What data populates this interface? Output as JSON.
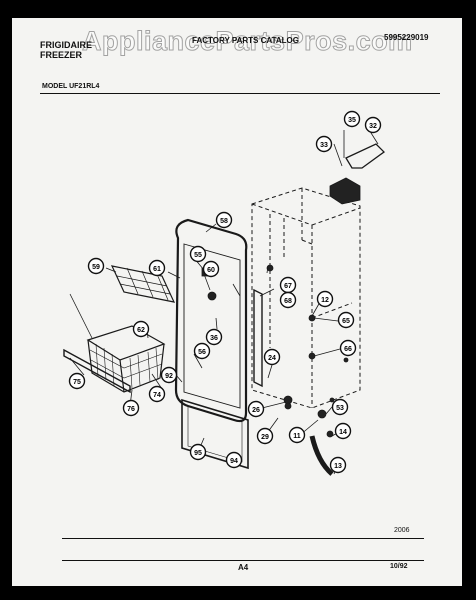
{
  "watermark": "AppliancePartsPros.com",
  "header": {
    "brand_line1": "FRIGIDAIRE",
    "brand_line2": "FREEZER",
    "catalog_title": "FACTORY PARTS CATALOG",
    "catalog_number": "5995229019"
  },
  "model_label": "MODEL UF21RL4",
  "callouts": [
    "35",
    "32",
    "33",
    "58",
    "59",
    "55",
    "60",
    "67",
    "68",
    "61",
    "12",
    "65",
    "62",
    "36",
    "56",
    "66",
    "24",
    "75",
    "92",
    "74",
    "76",
    "53",
    "26",
    "11",
    "14",
    "29",
    "95",
    "94",
    "13"
  ],
  "footer": {
    "diagram_code": "2006",
    "page_number": "A4",
    "date": "10/92"
  }
}
